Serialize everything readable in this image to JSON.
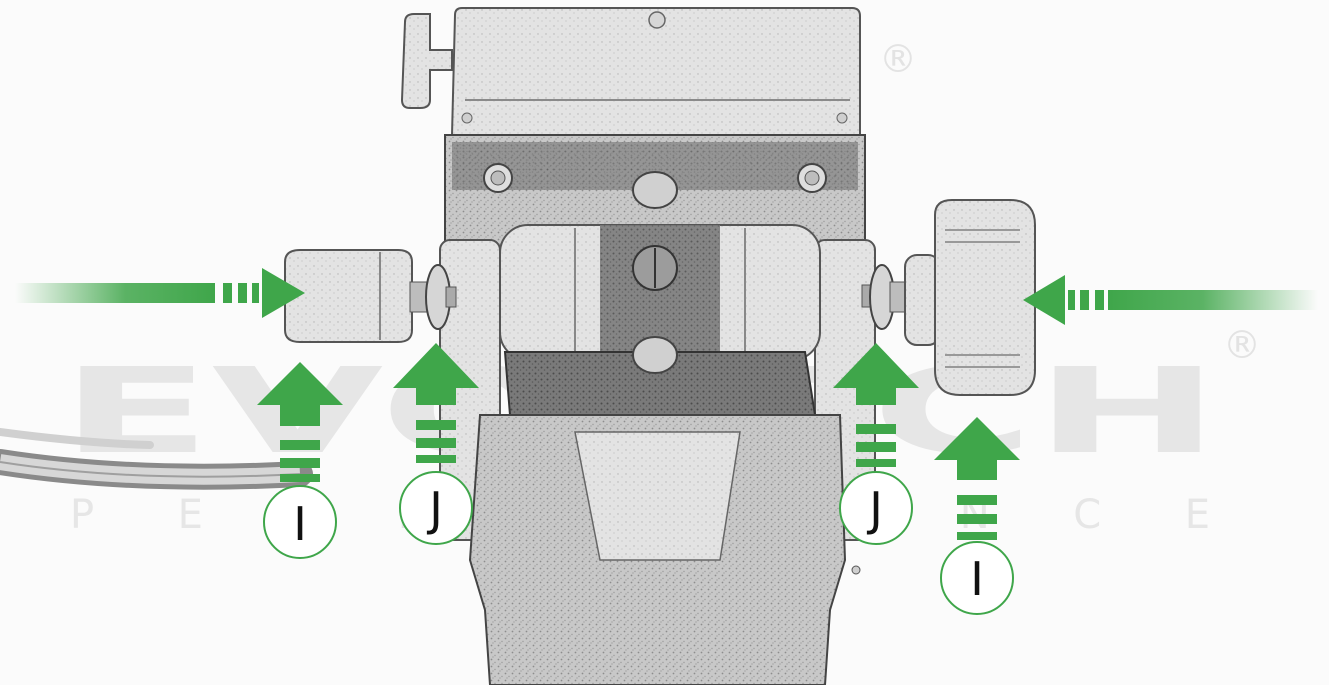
{
  "colors": {
    "arrow": "#3fa64a",
    "badge_border": "#3fa64a",
    "badge_fill": "#ffffff",
    "watermark": "#e6e6e6",
    "metal_dark": "#5a5a5a",
    "metal_mid": "#a9a9a9",
    "metal_light": "#dcdcdc"
  },
  "watermark": {
    "brand": "EVOTECH",
    "tagline": "PERFORMANCE",
    "registered": "®"
  },
  "callouts": [
    {
      "label": "I",
      "part": "outer-end"
    },
    {
      "label": "J",
      "part": "inner-spacer"
    },
    {
      "label": "J",
      "part": "inner-spacer"
    },
    {
      "label": "I",
      "part": "outer-end"
    }
  ]
}
